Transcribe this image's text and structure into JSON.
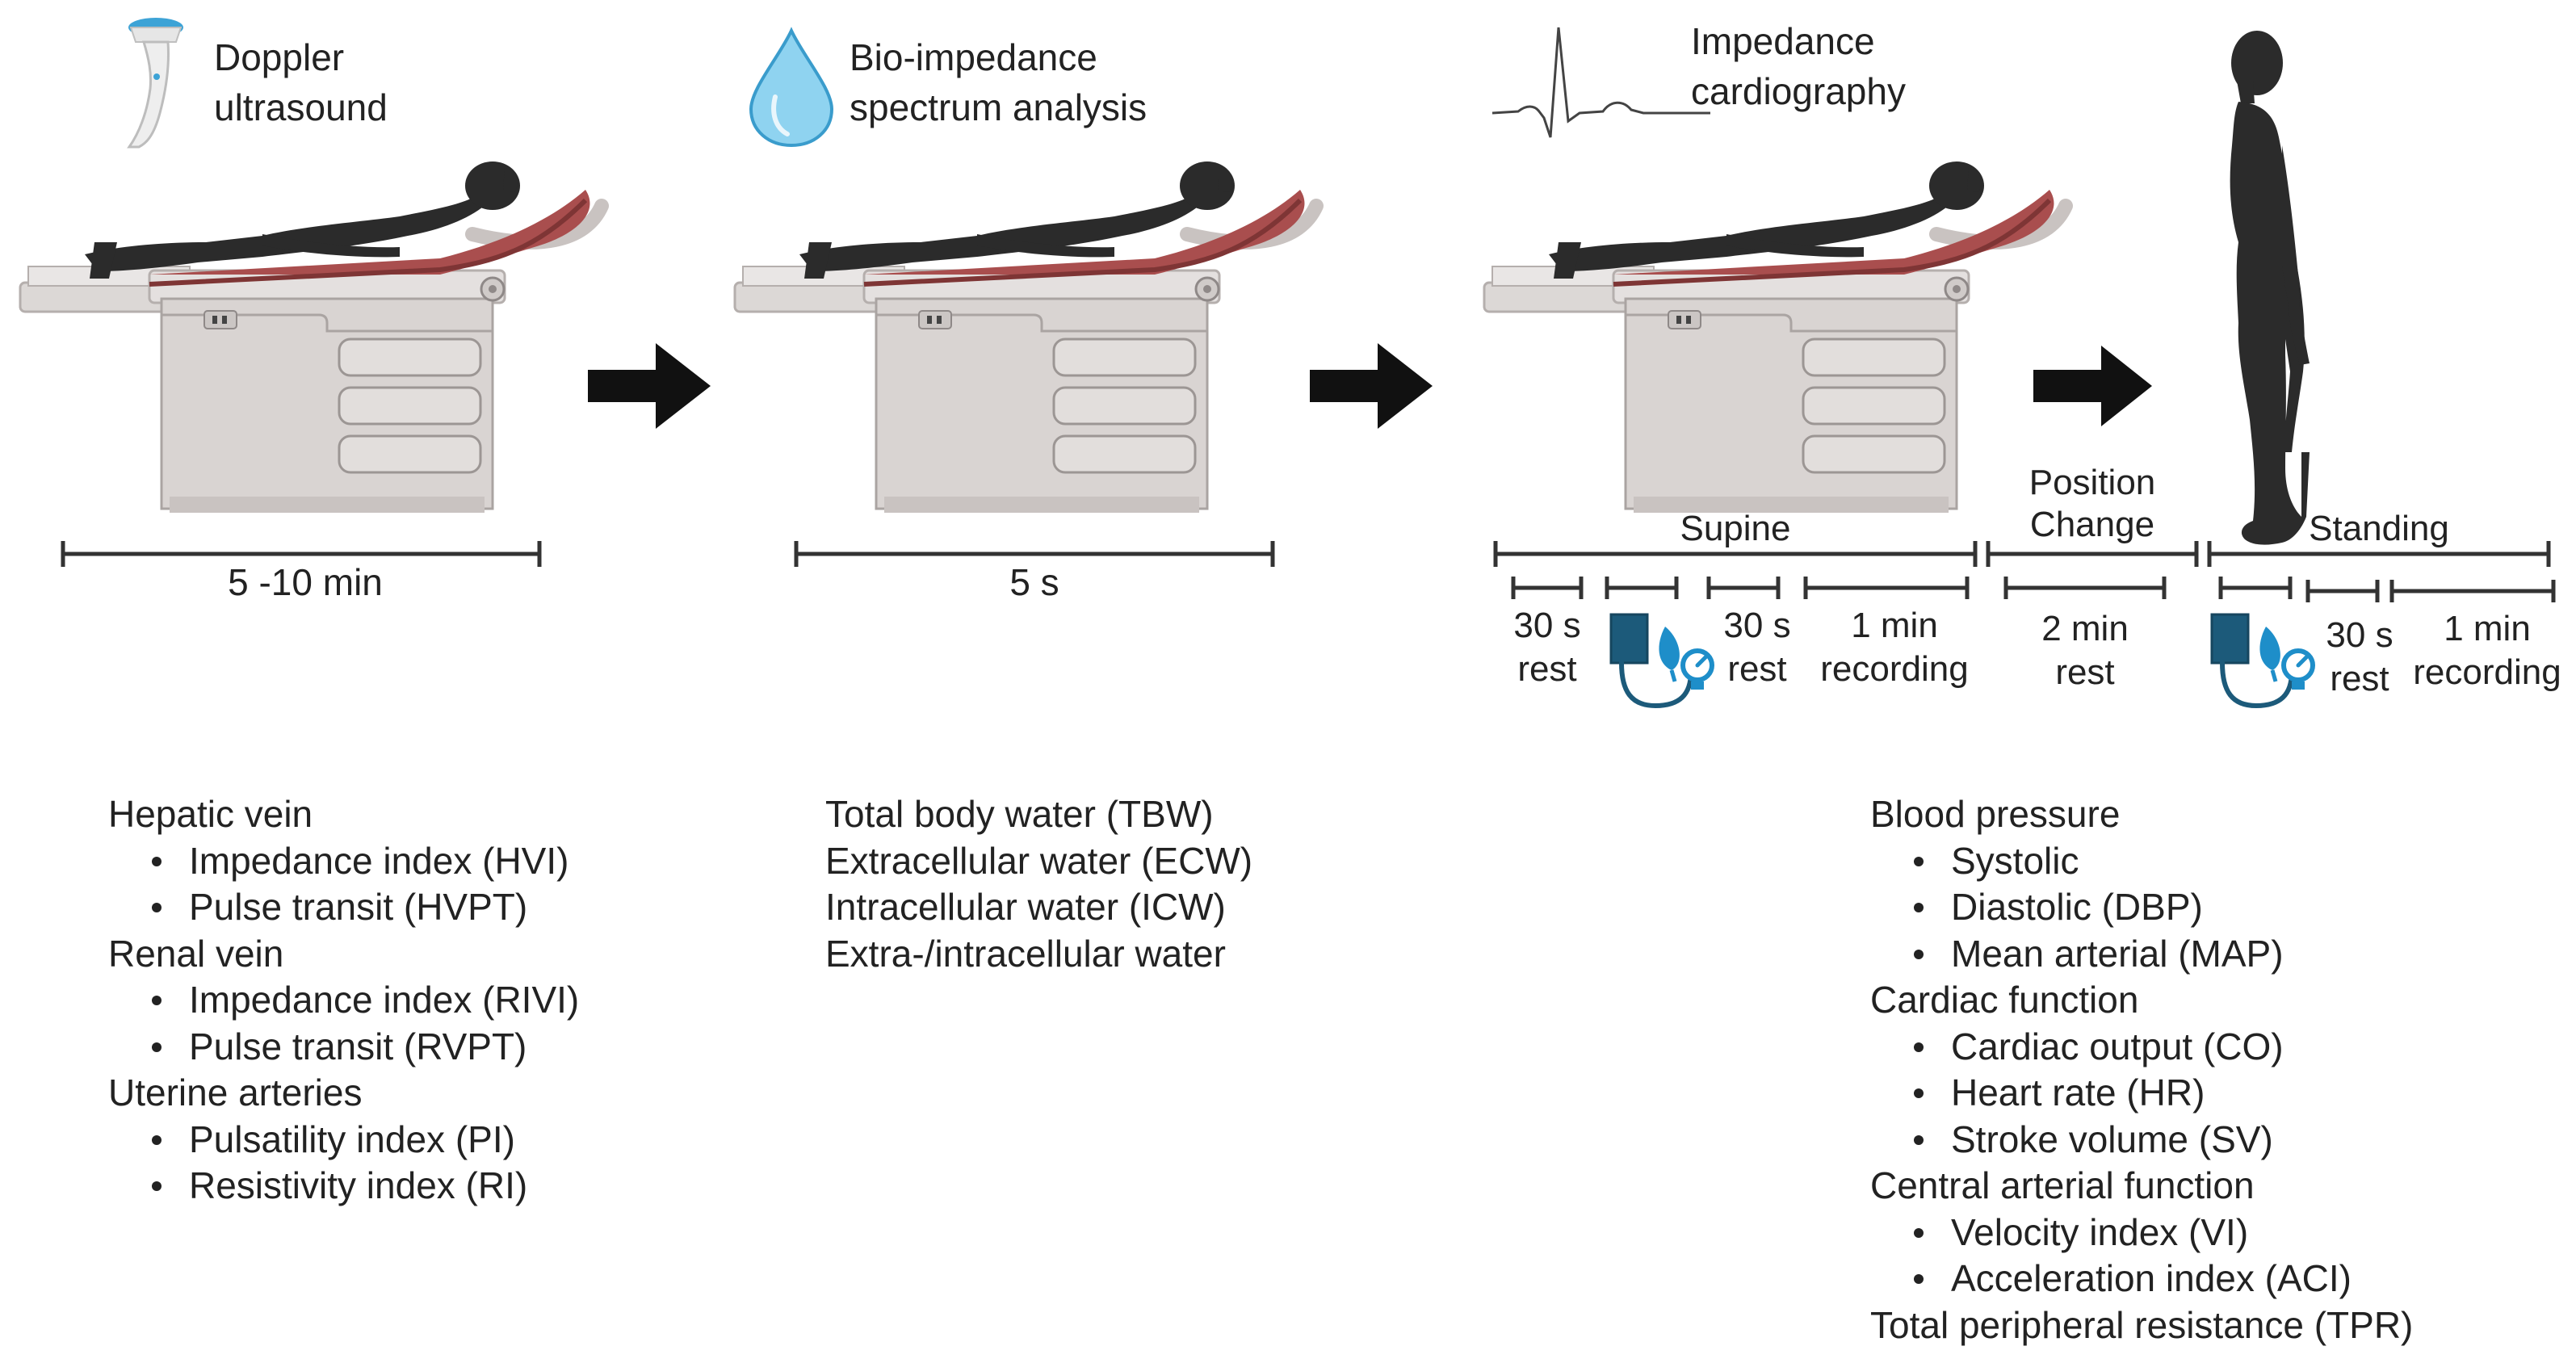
{
  "colors": {
    "text": "#222222",
    "body_silhouette": "#2b2b2b",
    "bed_cushion": "#a94e4e",
    "bed_cabinet": "#d9d4d2",
    "arrow": "#111111",
    "accent_blue": "#1e8ec9",
    "dark_teal": "#1c5a7a"
  },
  "panels": {
    "doppler": {
      "title": "Doppler ultrasound",
      "title_line1": "Doppler",
      "title_line2": "ultrasound",
      "icon": "ultrasound-probe-icon",
      "duration": "5 -10 min"
    },
    "bia": {
      "title_line1": "Bio-impedance",
      "title_line2": "spectrum analysis",
      "icon": "water-drop-icon",
      "duration": "5 s"
    },
    "icg": {
      "title_line1": "Impedance",
      "title_line2": "cardiography",
      "icon": "ecg-trace-icon",
      "supine_label": "Supine",
      "position_change_line1": "Position",
      "position_change_line2": "Change",
      "standing_label": "Standing",
      "steps": {
        "s1_line1": "30 s",
        "s1_line2": "rest",
        "s2_line1": "30 s",
        "s2_line2": "rest",
        "s3_line1": "1 min",
        "s3_line2": "recording",
        "s4_line1": "2 min",
        "s4_line2": "rest",
        "s5_line1": "30 s",
        "s5_line2": "rest",
        "s6_line1": "1 min",
        "s6_line2": "recording"
      },
      "bp_icon": "blood-pressure-cuff-icon"
    }
  },
  "lists": {
    "doppler": {
      "g1_head": "Hepatic vein",
      "g1_items": [
        "Impedance index (HVI)",
        "Pulse transit (HVPT)"
      ],
      "g2_head": "Renal vein",
      "g2_items": [
        "Impedance index (RIVI)",
        "Pulse transit (RVPT)"
      ],
      "g3_head": "Uterine arteries",
      "g3_items": [
        "Pulsatility index (PI)",
        "Resistivity index (RI)"
      ]
    },
    "bia": {
      "items": [
        "Total body water (TBW)",
        "Extracellular water (ECW)",
        "Intracellular water (ICW)",
        "Extra-/intracellular water"
      ]
    },
    "icg": {
      "g1_head": "Blood pressure",
      "g1_items": [
        "Systolic",
        "Diastolic (DBP)",
        "Mean arterial (MAP)"
      ],
      "g2_head": "Cardiac function",
      "g2_items": [
        "Cardiac output (CO)",
        "Heart rate (HR)",
        "Stroke volume (SV)"
      ],
      "g3_head": "Central arterial function",
      "g3_items": [
        "Velocity index (VI)",
        "Acceleration index (ACI)"
      ],
      "g4_head": "Total peripheral resistance (TPR)"
    }
  }
}
